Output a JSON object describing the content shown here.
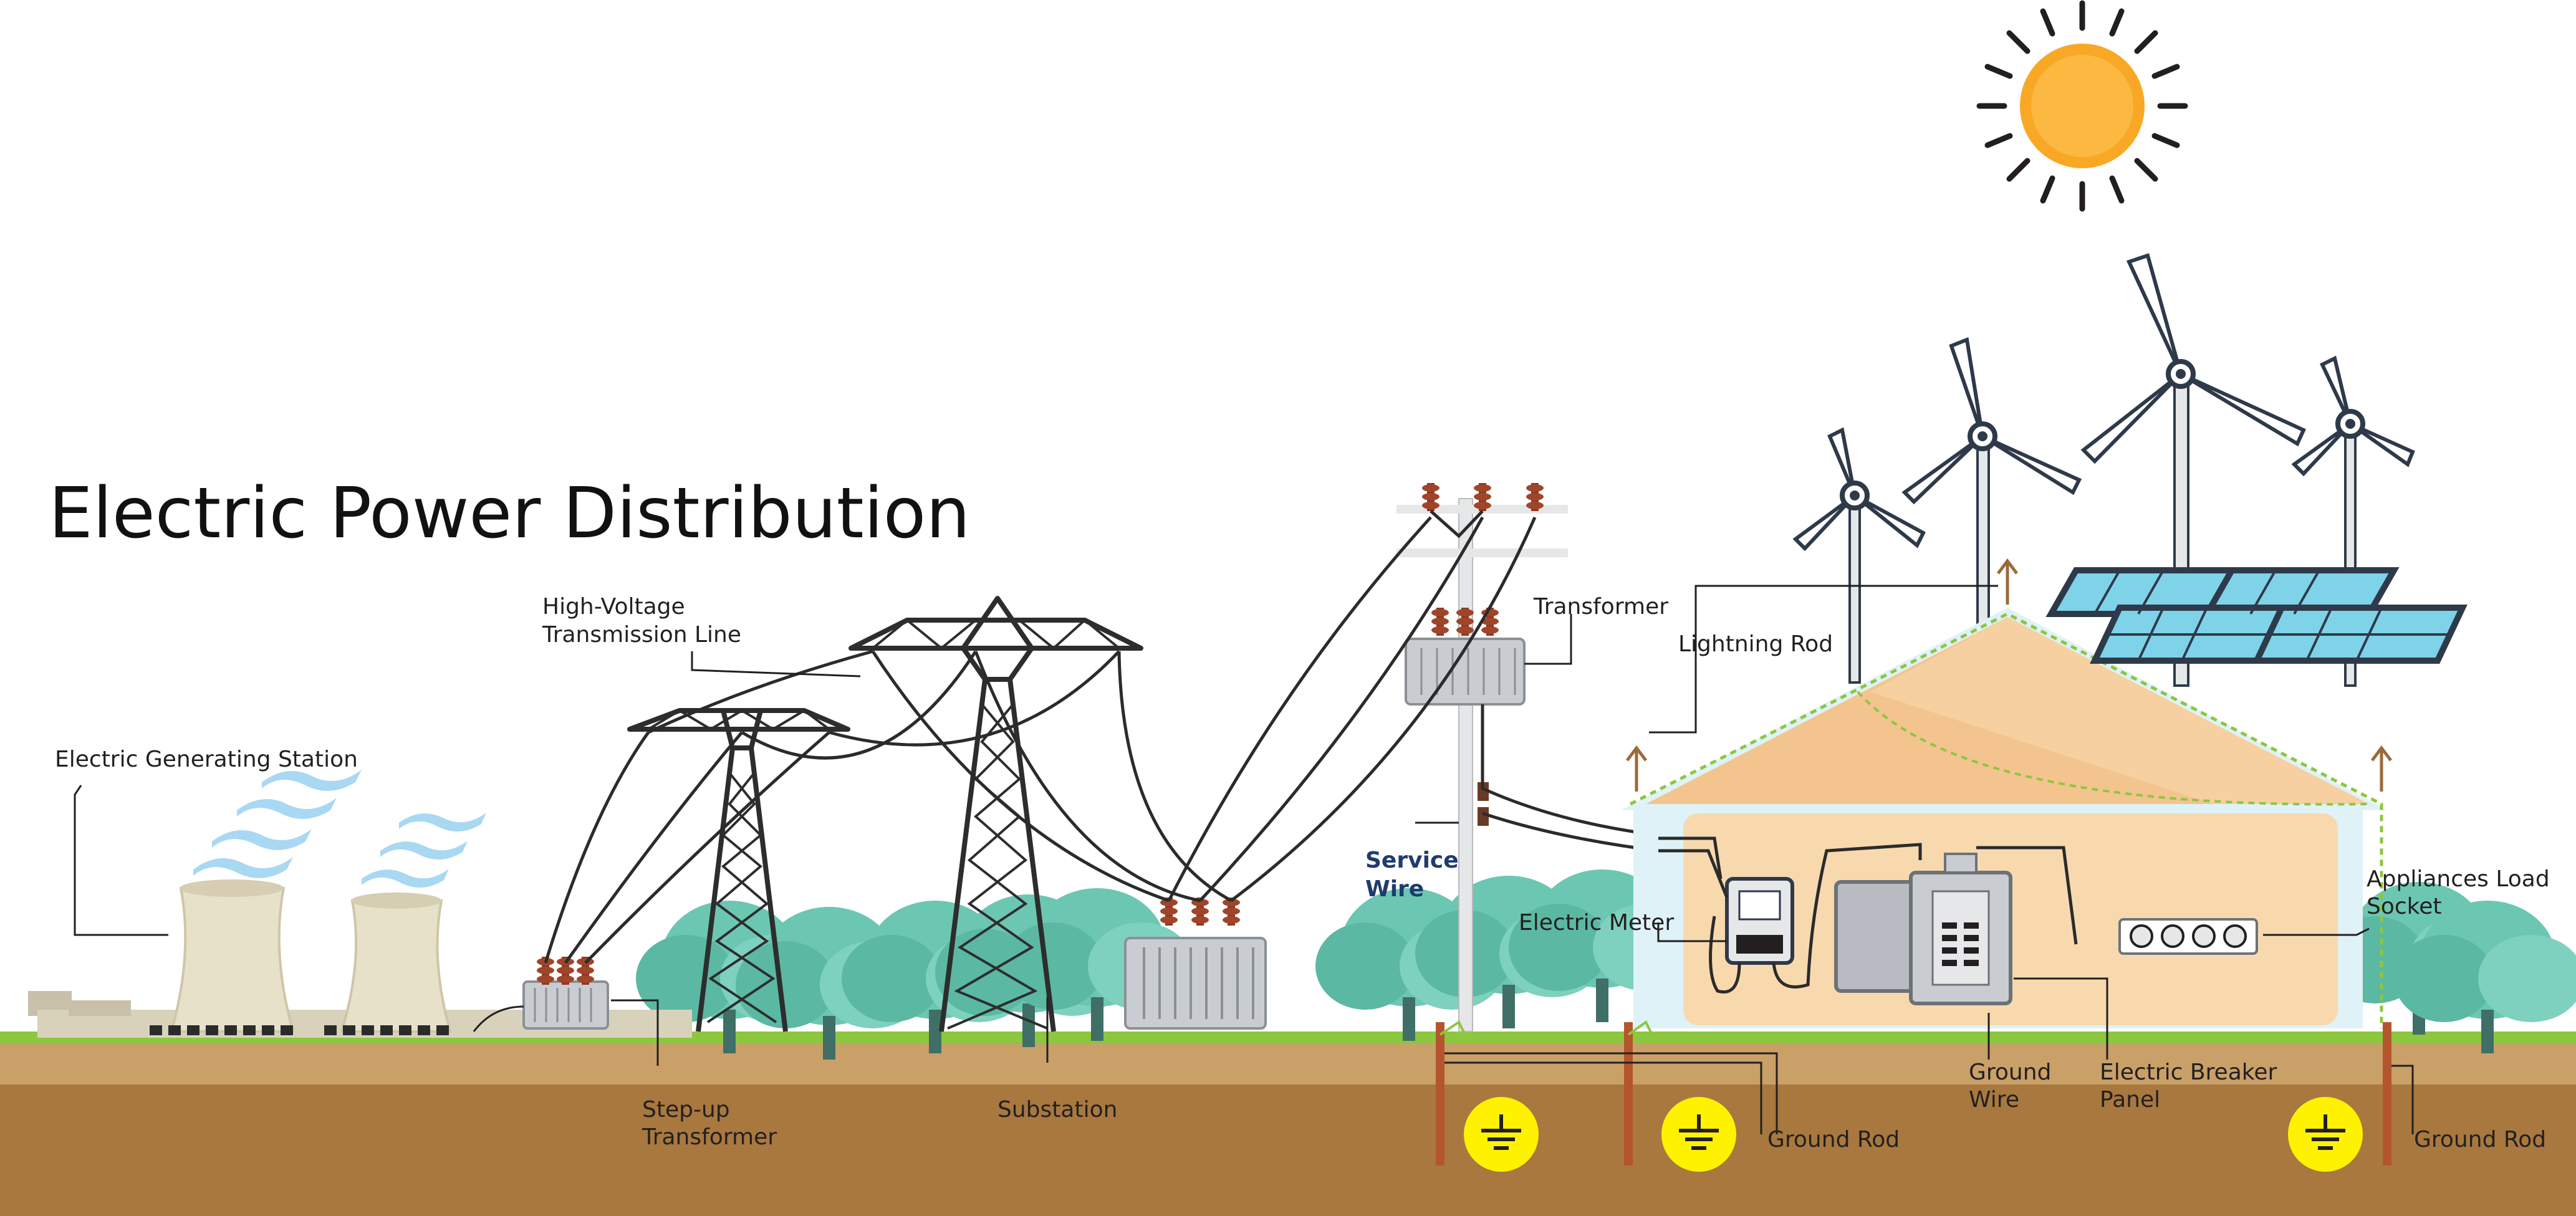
{
  "title": "Electric Power Distribution",
  "labels": {
    "generating_station": "Electric Generating Station",
    "hv_line_1": "High-Voltage",
    "hv_line_2": "Transmission Line",
    "step_up_1": "Step-up",
    "step_up_2": "Transformer",
    "substation": "Substation",
    "transformer": "Transformer",
    "service_wire_1": "Service",
    "service_wire_2": "Wire",
    "lightning_rod": "Lightning Rod",
    "electric_meter": "Electric Meter",
    "ground_wire_1": "Ground",
    "ground_wire_2": "Wire",
    "breaker_panel_1": "Electric Breaker",
    "breaker_panel_2": "Panel",
    "appliances_1": "Appliances Load",
    "appliances_2": "Socket",
    "ground_rod_left": "Ground Rod",
    "ground_rod_right": "Ground Rod"
  },
  "colors": {
    "sky": "#ffffff",
    "grass": "#8dc63f",
    "soil_top": "#c9a068",
    "soil_bottom": "#a8783f",
    "trees": "#6cc7b2",
    "house_wall": "#f8d9ae",
    "house_roof": "#f3c48d",
    "sun": "#f9a825",
    "ground_symbol": "#fff200",
    "panel": "#2e3a4a",
    "panel_cell": "#7fd3e8"
  },
  "icons": {
    "ground": "earth-ground-icon",
    "sun": "sun-icon",
    "turbine": "wind-turbine-icon",
    "solar": "solar-panel-icon"
  }
}
